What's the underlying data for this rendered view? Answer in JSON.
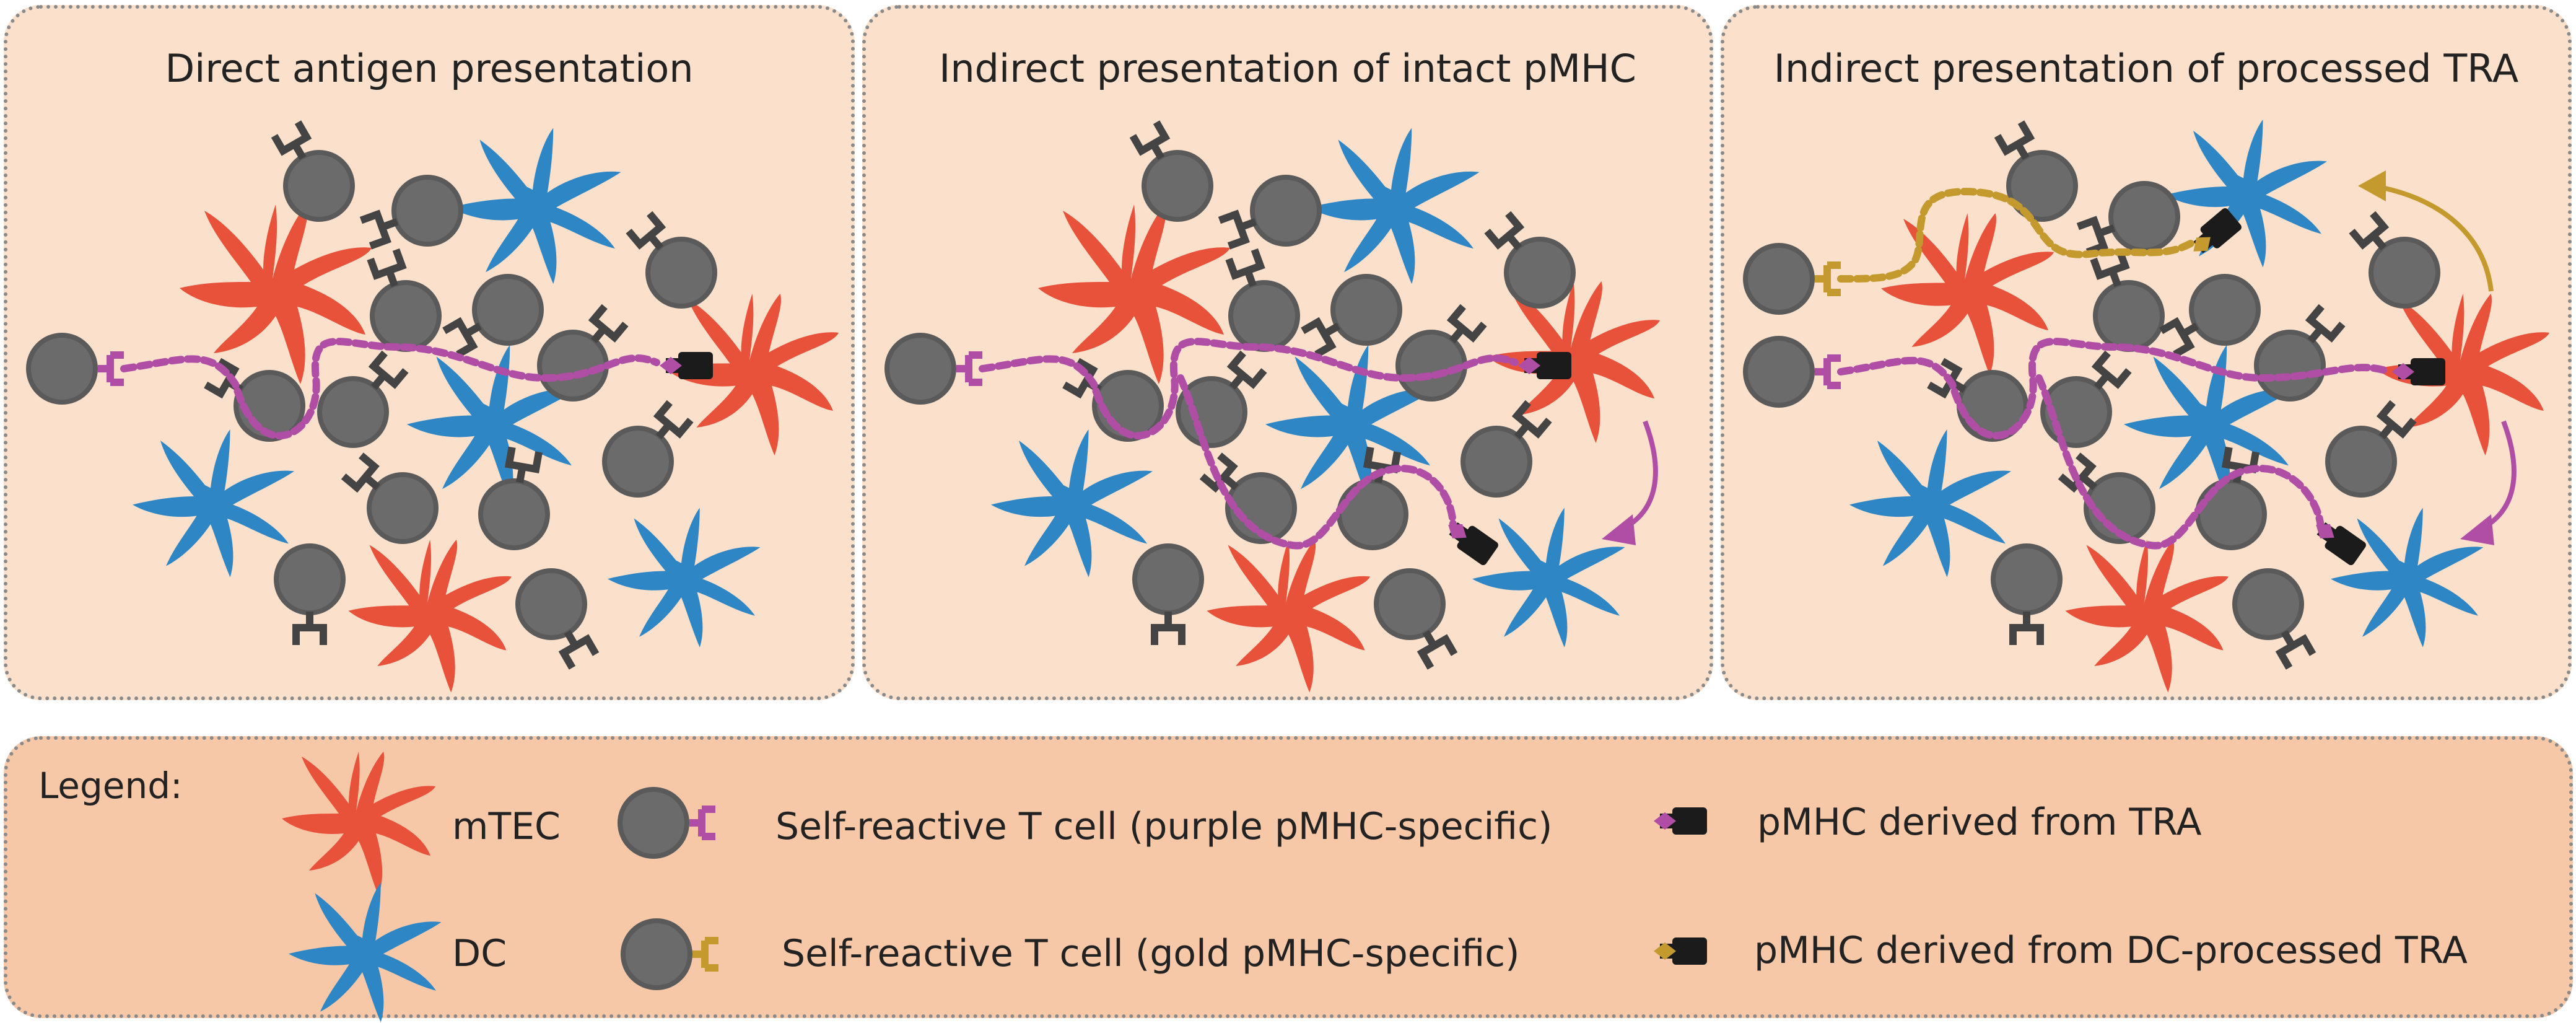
{
  "panels": [
    {
      "title": "Direct antigen presentation"
    },
    {
      "title": "Indirect presentation of intact pMHC"
    },
    {
      "title": "Indirect presentation of processed TRA"
    }
  ],
  "legend": {
    "title": "Legend:",
    "mtec": "mTEC",
    "dc": "DC",
    "tcell_purple": "Self-reactive T cell (purple pMHC-specific)",
    "tcell_gold": "Self-reactive T cell (gold pMHC-specific)",
    "pmhc_tra": "pMHC derived from TRA",
    "pmhc_dc": "pMHC derived from DC-processed TRA"
  },
  "colors": {
    "panel_bg": "#fbe1cc",
    "legend_bg": "#f7c8a8",
    "mtec": "#e8513a",
    "dc": "#2f86c4",
    "tcell": "#5a5a5a",
    "purple": "#b04ea6",
    "gold": "#c49a2e"
  }
}
